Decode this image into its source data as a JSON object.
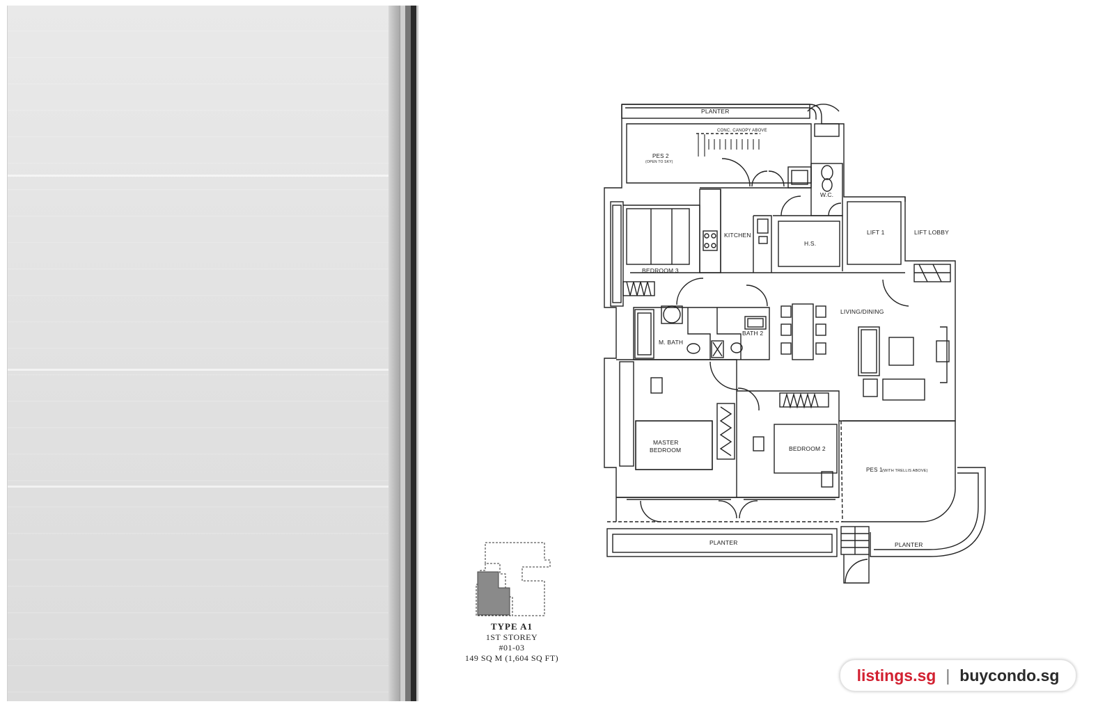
{
  "floorplan": {
    "rooms": {
      "planter_top": "PLANTER",
      "canopy": "CONC. CANOPY ABOVE",
      "pes2": "PES 2",
      "pes2_note": "(OPEN TO SKY)",
      "wc": "W.C.",
      "kitchen": "KITCHEN",
      "hs": "H.S.",
      "lift": "LIFT 1",
      "lift_lobby": "LIFT LOBBY",
      "bedroom3": "BEDROOM 3",
      "living": "LIVING/DINING",
      "mbath": "M. BATH",
      "bath2": "BATH 2",
      "master_1": "MASTER",
      "master_2": "BEDROOM",
      "bedroom2": "BEDROOM 2",
      "pes1": "PES 1",
      "pes1_note": "(WITH TRELLIS ABOVE)",
      "planter_bottom": "PLANTER",
      "planter_right": "PLANTER"
    }
  },
  "unit": {
    "type": "TYPE A1",
    "storey": "1ST STOREY",
    "number": "#01-03",
    "area": "149 SQ M (1,604 SQ FT)"
  },
  "watermark": {
    "site_a": "listings.sg",
    "separator": "|",
    "site_b": "buycondo.sg"
  }
}
